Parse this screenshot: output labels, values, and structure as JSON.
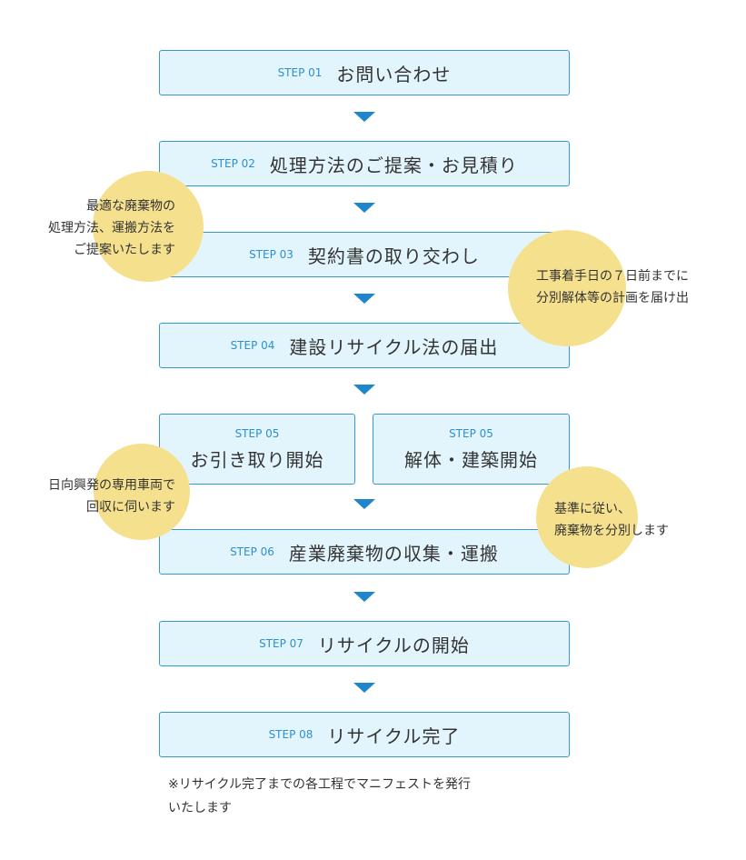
{
  "arrow_color": "#1d86cc",
  "box_border_color": "#3a98d1",
  "box_fill_color": "#e3f5fc",
  "bubble_color": "#f5e08e",
  "steps": [
    {
      "num": "STEP 01",
      "title": "お問い合わせ"
    },
    {
      "num": "STEP 02",
      "title": "処理方法のご提案・お見積り"
    },
    {
      "num": "STEP 03",
      "title": "契約書の取り交わし"
    },
    {
      "num": "STEP 04",
      "title": "建設リサイクル法の届出"
    },
    {
      "num": "STEP 05",
      "title": "お引き取り開始"
    },
    {
      "num": "STEP 05",
      "title": "解体・建築開始"
    },
    {
      "num": "STEP 06",
      "title": "産業廃棄物の収集・運搬"
    },
    {
      "num": "STEP 07",
      "title": "リサイクルの開始"
    },
    {
      "num": "STEP 08",
      "title": "リサイクル完了"
    }
  ],
  "notes": [
    {
      "lines": [
        "最適な廃棄物の",
        "処理方法、運搬方法を",
        "ご提案いたします"
      ]
    },
    {
      "lines": [
        "工事着手日の７日前までに",
        "分別解体等の計画を届け出"
      ]
    },
    {
      "lines": [
        "日向興発の専用車両で",
        "回収に伺います"
      ]
    },
    {
      "lines": [
        "基準に従い、",
        "廃棄物を分別します"
      ]
    }
  ],
  "footer": {
    "lines": [
      "※リサイクル完了までの各工程でマニフェストを発行",
      "いたします"
    ]
  }
}
